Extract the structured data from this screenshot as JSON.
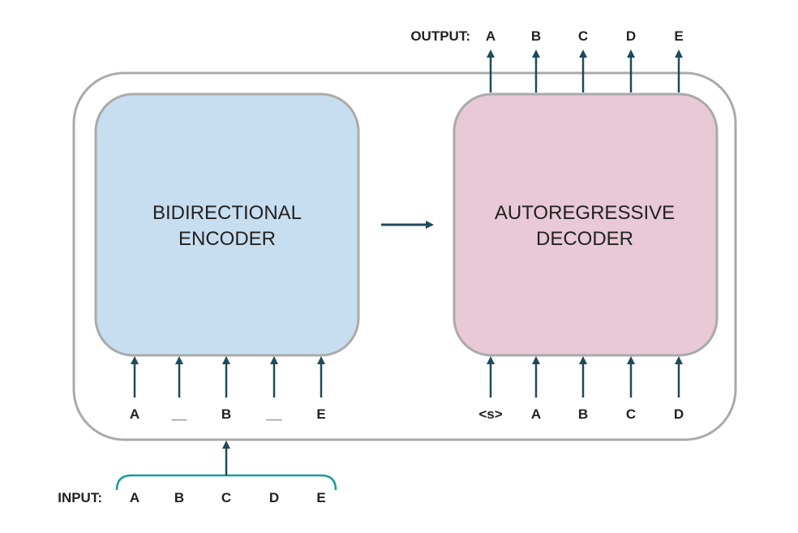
{
  "encoder": {
    "title_line1": "BIDIRECTIONAL",
    "title_line2": "ENCODER",
    "fill": "#c7ddf0",
    "inputs": [
      "A",
      "__",
      "B",
      "__",
      "E"
    ]
  },
  "decoder": {
    "title_line1": "AUTOREGRESSIVE",
    "title_line2": "DECODER",
    "fill": "#e8c9d5",
    "inputs": [
      "<s>",
      "A",
      "B",
      "C",
      "D"
    ]
  },
  "output": {
    "label": "OUTPUT:",
    "tokens": [
      "A",
      "B",
      "C",
      "D",
      "E"
    ]
  },
  "input": {
    "label": "INPUT:",
    "tokens": [
      "A",
      "B",
      "C",
      "D",
      "E"
    ],
    "brace_color": "#1a9a9e"
  },
  "colors": {
    "arrow": "#1f4a5a",
    "border": "#aaaaaa"
  }
}
